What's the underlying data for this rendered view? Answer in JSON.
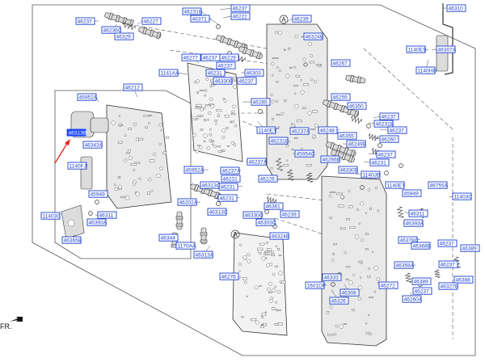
{
  "diagram": {
    "front_label": "FR.",
    "circle_marker": "A",
    "callouts": [
      {
        "text": "46237"
      },
      {
        "text": "46236C"
      },
      {
        "text": "46329"
      },
      {
        "text": "46227"
      },
      {
        "text": "46231B"
      },
      {
        "text": "46371"
      },
      {
        "text": "46237"
      },
      {
        "text": "46222"
      },
      {
        "text": "46239"
      },
      {
        "text": "46324B"
      },
      {
        "text": "46310"
      },
      {
        "text": "46277"
      },
      {
        "text": "46237"
      },
      {
        "text": "46229"
      },
      {
        "text": "46237"
      },
      {
        "text": "46231"
      },
      {
        "text": "46303"
      },
      {
        "text": "46330B"
      },
      {
        "text": "46237"
      },
      {
        "text": "1141AA"
      },
      {
        "text": "46267"
      },
      {
        "text": "1140ES"
      },
      {
        "text": "46307A"
      },
      {
        "text": "1140HG"
      },
      {
        "text": "46212"
      },
      {
        "text": "45952A"
      },
      {
        "text": "46265"
      },
      {
        "text": "46255"
      },
      {
        "text": "46350"
      },
      {
        "text": "46231B"
      },
      {
        "text": "46237"
      },
      {
        "text": "46313B",
        "highlight": true
      },
      {
        "text": "1140ET"
      },
      {
        "text": "46237A"
      },
      {
        "text": "46248"
      },
      {
        "text": "46355"
      },
      {
        "text": "46237"
      },
      {
        "text": "46260"
      },
      {
        "text": "46343A"
      },
      {
        "text": "46231E"
      },
      {
        "text": "46249B"
      },
      {
        "text": "45954C"
      },
      {
        "text": "46237"
      },
      {
        "text": "46266B"
      },
      {
        "text": "46231"
      },
      {
        "text": "1140FJ"
      },
      {
        "text": "46237A"
      },
      {
        "text": "45952A"
      },
      {
        "text": "46330B"
      },
      {
        "text": "1140JB"
      },
      {
        "text": "46231"
      },
      {
        "text": "46226"
      },
      {
        "text": "46237A"
      },
      {
        "text": "46231"
      },
      {
        "text": "46313C"
      },
      {
        "text": "45949"
      },
      {
        "text": "46202A"
      },
      {
        "text": "46381"
      },
      {
        "text": "46231"
      },
      {
        "text": "46239"
      },
      {
        "text": "46330C"
      },
      {
        "text": "46303C"
      },
      {
        "text": "46313C"
      },
      {
        "text": "1140EY"
      },
      {
        "text": "45949"
      },
      {
        "text": "46755A"
      },
      {
        "text": "11403C"
      },
      {
        "text": "11403C"
      },
      {
        "text": "46311"
      },
      {
        "text": "46393A"
      },
      {
        "text": "46365B"
      },
      {
        "text": "46344"
      },
      {
        "text": "46324B"
      },
      {
        "text": "1170AA"
      },
      {
        "text": "46313A"
      },
      {
        "text": "46311"
      },
      {
        "text": "46393A"
      },
      {
        "text": "46378C"
      },
      {
        "text": "46368B"
      },
      {
        "text": "46237"
      },
      {
        "text": "46389"
      },
      {
        "text": "46276"
      },
      {
        "text": "46358A"
      },
      {
        "text": "46237"
      },
      {
        "text": "46388"
      },
      {
        "text": "46333"
      },
      {
        "text": "1601DF"
      },
      {
        "text": "46308"
      },
      {
        "text": "46272"
      },
      {
        "text": "46389"
      },
      {
        "text": "46327B"
      },
      {
        "text": "46326"
      },
      {
        "text": "46260A"
      },
      {
        "text": "46237"
      }
    ]
  },
  "colors": {
    "label_text": "#1a3fd0",
    "label_highlight_fill": "#1f47ff",
    "arrow": "#e0261c"
  }
}
